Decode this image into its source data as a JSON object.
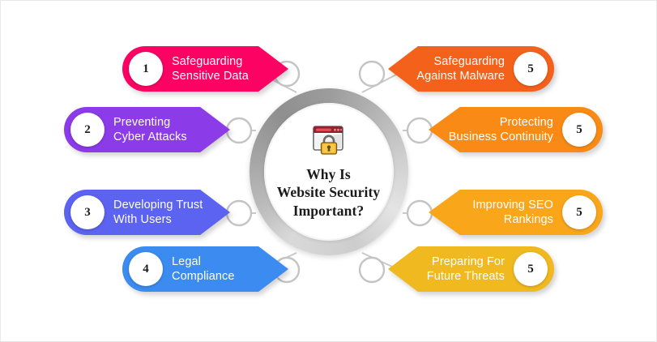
{
  "center": {
    "icon": "browser-lock-icon",
    "title_lines": [
      "Why Is",
      "Website Security",
      "Important?"
    ],
    "title_text": "Why Is Website Security Important?"
  },
  "palette": {
    "pink": "#FB0263",
    "purple": "#8B3BE8",
    "indigo": "#5B63F0",
    "blue": "#3B8BF0",
    "orange_red": "#F4611A",
    "orange": "#F98A16",
    "amber": "#F9A61B",
    "gold": "#F0B91F",
    "ring_gray": "#9C9C9C",
    "connector_gray": "#C9C9C9",
    "background": "#FFFFFF",
    "badge_bg": "#FFFFFF",
    "badge_text": "#1C1C1C",
    "label_text": "#FFFFFF",
    "title_text": "#1A1A1A"
  },
  "items_left": [
    {
      "number": "1",
      "lines": [
        "Safeguarding",
        "Sensitive Data"
      ],
      "text": "Safeguarding Sensitive Data",
      "color": "#FB0263"
    },
    {
      "number": "2",
      "lines": [
        "Preventing",
        "Cyber Attacks"
      ],
      "text": "Preventing Cyber Attacks",
      "color": "#8B3BE8"
    },
    {
      "number": "3",
      "lines": [
        "Developing Trust",
        "With Users"
      ],
      "text": "Developing Trust With Users",
      "color": "#5B63F0"
    },
    {
      "number": "4",
      "lines": [
        "Legal",
        "Compliance"
      ],
      "text": "Legal Compliance",
      "color": "#3B8BF0"
    }
  ],
  "items_right": [
    {
      "number": "5",
      "lines": [
        "Safeguarding",
        "Against Malware"
      ],
      "text": "Safeguarding Against Malware",
      "color": "#F4611A"
    },
    {
      "number": "5",
      "lines": [
        "Protecting",
        "Business Continuity"
      ],
      "text": "Protecting Business Continuity",
      "color": "#F98A16"
    },
    {
      "number": "5",
      "lines": [
        "Improving SEO",
        "Rankings"
      ],
      "text": "Improving SEO Rankings",
      "color": "#F9A61B"
    },
    {
      "number": "5",
      "lines": [
        "Preparing For",
        "Future Threats"
      ],
      "text": "Preparing For Future Threats",
      "color": "#F0B91F"
    }
  ]
}
